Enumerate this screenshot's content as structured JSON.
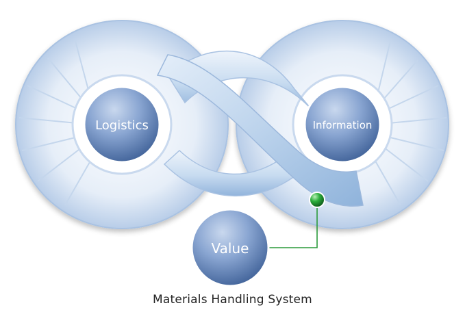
{
  "nodes": {
    "logistics": "Logistics",
    "information": "Information",
    "value": "Value"
  },
  "caption": "Materials Handling System",
  "colors": {
    "band_light": "#eef4fb",
    "band_mid": "#bcd3ec",
    "band_dark": "#8fb3db",
    "node_light": "#a9bfe0",
    "node_dark": "#3d5f96",
    "connector": "#2a9a3a",
    "marker": "#1f8f2e"
  }
}
